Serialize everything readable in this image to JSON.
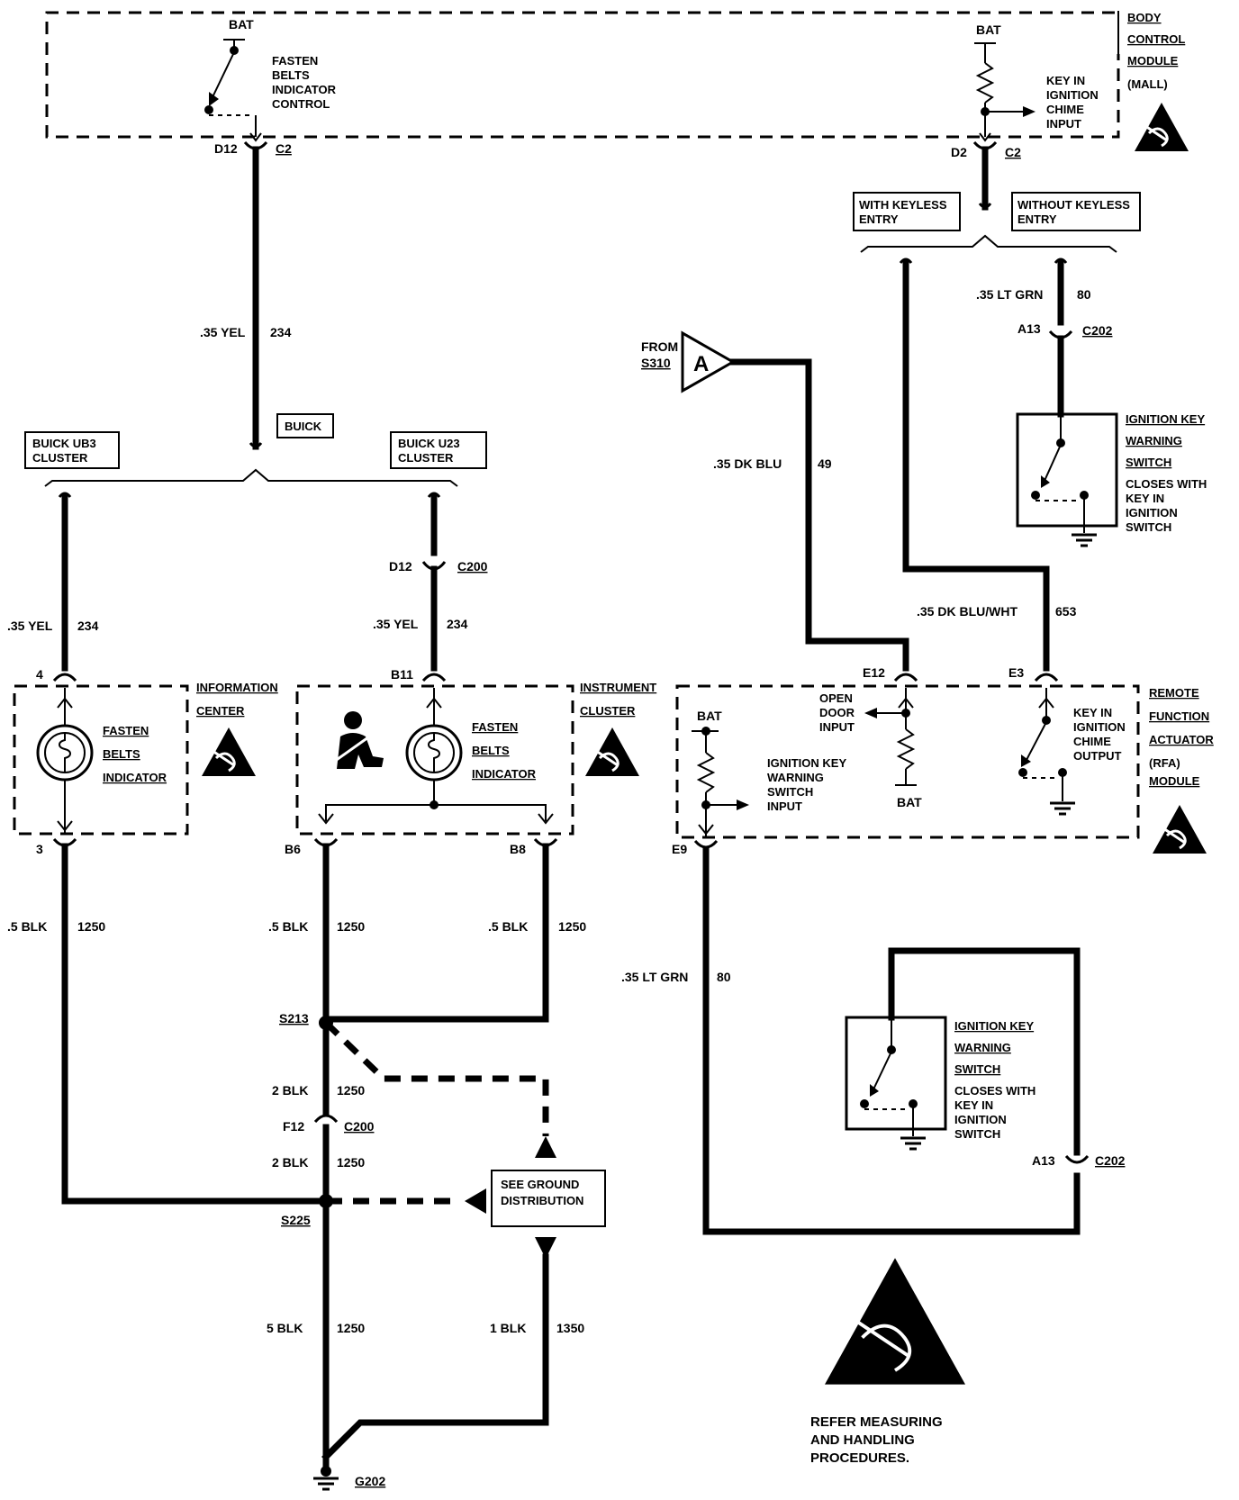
{
  "bcm": {
    "bat_left": "BAT",
    "fasten_ctrl": [
      "FASTEN",
      "BELTS",
      "INDICATOR",
      "CONTROL"
    ],
    "d12": "D12",
    "c2_left": "C2",
    "bat_right": "BAT",
    "chime_input": [
      "KEY IN",
      "IGNITION",
      "CHIME",
      "INPUT"
    ],
    "d2": "D2",
    "c2_right": "C2",
    "name": [
      "BODY",
      "CONTROL",
      "MODULE",
      "(MALL)"
    ]
  },
  "keyless": {
    "with": [
      "WITH KEYLESS",
      "ENTRY"
    ],
    "without": [
      "WITHOUT KEYLESS",
      "ENTRY"
    ]
  },
  "wires": {
    "w234_top_gauge": ".35 YEL",
    "w234_top_num": "234",
    "w80_top_gauge": ".35 LT GRN",
    "w80_top_num": "80",
    "w49_gauge": ".35 DK BLU",
    "w49_num": "49",
    "w653_gauge": ".35 DK BLU/WHT",
    "w653_num": "653",
    "w234_left_gauge": ".35 YEL",
    "w234_left_num": "234",
    "w234_mid_gauge": ".35 YEL",
    "w234_mid_num": "234",
    "b1250_a_gauge": ".5 BLK",
    "b1250_a_num": "1250",
    "b1250_b_gauge": ".5 BLK",
    "b1250_b_num": "1250",
    "b1250_c_gauge": ".5 BLK",
    "b1250_c_num": "1250",
    "w80_low_gauge": ".35 LT GRN",
    "w80_low_num": "80",
    "b2_a_gauge": "2 BLK",
    "b2_a_num": "1250",
    "b2_b_gauge": "2 BLK",
    "b2_b_num": "1250",
    "b5_gauge": "5 BLK",
    "b5_num": "1250",
    "b1_gauge": "1 BLK",
    "b1_num": "1350"
  },
  "connectors": {
    "a13_top": "A13",
    "c202_top": "C202",
    "d12_mid": "D12",
    "c200_mid": "C200",
    "f12": "F12",
    "c200_low": "C200",
    "a13_low": "A13",
    "c202_low": "C202"
  },
  "ignition_switch": {
    "name": [
      "IGNITION KEY",
      "WARNING",
      "SWITCH"
    ],
    "desc": [
      "CLOSES WITH",
      "KEY IN",
      "IGNITION",
      "SWITCH"
    ]
  },
  "from_s310": {
    "from": "FROM",
    "ref": "S310",
    "letter": "A"
  },
  "options": {
    "buick": "BUICK",
    "ub3": [
      "BUICK UB3",
      "CLUSTER"
    ],
    "u23": [
      "BUICK U23",
      "CLUSTER"
    ]
  },
  "info_center": {
    "pin_top": "4",
    "pin_bot": "3",
    "lamp": [
      "FASTEN",
      "BELTS",
      "INDICATOR"
    ],
    "name": [
      "INFORMATION",
      "CENTER"
    ]
  },
  "instrument_cluster": {
    "pin_top": "B11",
    "pin_b6": "B6",
    "pin_b8": "B8",
    "lamp": [
      "FASTEN",
      "BELTS",
      "INDICATOR"
    ],
    "name": [
      "INSTRUMENT",
      "CLUSTER"
    ]
  },
  "rfa": {
    "e12": "E12",
    "e3": "E3",
    "e9": "E9",
    "open_door": [
      "OPEN",
      "DOOR",
      "INPUT"
    ],
    "bat_inner": "BAT",
    "bat_left": "BAT",
    "ign_input": [
      "IGNITION KEY",
      "WARNING",
      "SWITCH",
      "INPUT"
    ],
    "chime_output": [
      "KEY IN",
      "IGNITION",
      "CHIME",
      "OUTPUT"
    ],
    "name": [
      "REMOTE",
      "FUNCTION",
      "ACTUATOR",
      "(RFA)",
      "MODULE"
    ]
  },
  "splices": {
    "s213": "S213",
    "s225": "S225",
    "g202": "G202"
  },
  "ground_dist": [
    "SEE GROUND",
    "DISTRIBUTION"
  ],
  "esd_note": [
    "REFER MEASURING",
    "AND HANDLING",
    "PROCEDURES."
  ]
}
